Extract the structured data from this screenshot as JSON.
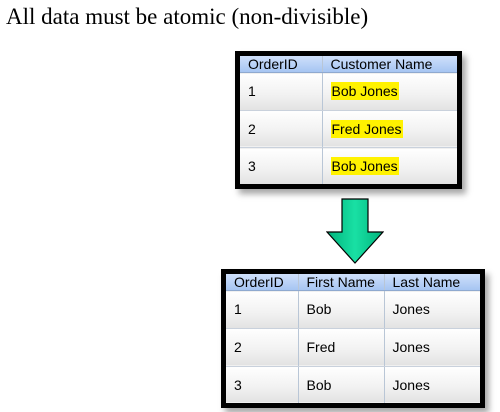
{
  "title": "All data must be atomic (non-divisible)",
  "colors": {
    "highlight": "#fff200",
    "arrow_fill": "#00c88c",
    "header_bg": "#b4cff6"
  },
  "before_table": {
    "headers": [
      "OrderID",
      "Customer Name"
    ],
    "rows": [
      [
        "1",
        "Bob Jones"
      ],
      [
        "2",
        "Fred Jones"
      ],
      [
        "3",
        "Bob Jones"
      ]
    ]
  },
  "arrow_icon": "down-arrow-icon",
  "after_table": {
    "headers": [
      "OrderID",
      "First Name",
      "Last Name"
    ],
    "rows": [
      [
        "1",
        "Bob",
        "Jones"
      ],
      [
        "2",
        "Fred",
        "Jones"
      ],
      [
        "3",
        "Bob",
        "Jones"
      ]
    ]
  }
}
